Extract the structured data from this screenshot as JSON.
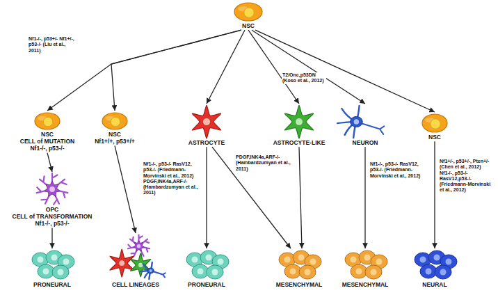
{
  "diagram": {
    "nodes": [
      {
        "text": [
          "NSC"
        ]
      },
      {
        "text": [
          "NSC",
          "CELL of MUTATION",
          "Nf1-/-, p53-/-"
        ]
      },
      {
        "text": [
          "NSC",
          "Nf1+/+, p53+/+"
        ]
      },
      {
        "text": [
          "ASTROCYTE"
        ]
      },
      {
        "text": [
          "ASTROCYTE-LIKE"
        ]
      },
      {
        "text": [
          "NEURON"
        ]
      },
      {
        "text": [
          "NSC"
        ]
      },
      {
        "text": [
          "OPC",
          "CELL of TRANSFORMATION",
          "Nf1-/-, p53-/-"
        ]
      },
      {
        "text": [
          "PRONEURAL"
        ]
      },
      {
        "text": [
          "CELL LINEAGES"
        ]
      },
      {
        "text": [
          "PRONEURAL"
        ]
      },
      {
        "text": [
          "MESENCHYMAL"
        ]
      },
      {
        "text": [
          "MESENCHYMAL"
        ]
      },
      {
        "text": [
          "NEURAL"
        ]
      }
    ],
    "edges": [
      {
        "from": 0,
        "to": 1,
        "arrow": "to",
        "label": "Nf1-/-, p53+/- Nf1+/-, p53-/- (Liu et al., 2011)"
      },
      {
        "from": 0,
        "to": 2,
        "arrow": "to"
      },
      {
        "from": 0,
        "to": 3,
        "arrow": "to"
      },
      {
        "from": 0,
        "to": 4,
        "arrow": "to",
        "label": "T2/Onc,p53DN (Koso et al., 2012)"
      },
      {
        "from": 0,
        "to": 5,
        "arrow": "to"
      },
      {
        "from": 0,
        "to": 6,
        "arrow": "to"
      },
      {
        "from": 1,
        "to": 7,
        "arrow": "to"
      },
      {
        "from": 7,
        "to": 8,
        "arrow": "to"
      },
      {
        "from": 2,
        "to": 9,
        "arrow": "to"
      },
      {
        "from": 3,
        "to": 10,
        "arrow": "to",
        "label": "Nf1-/-, p53-/- RasV12, p53-/- (Friedmann-Morvinski et al., 2012) PDGF,INK4a,ARF-/- (Hambardzumyan et al., 2011)"
      },
      {
        "from": 3,
        "to": 11,
        "arrow": "to",
        "label": "PDGF,INK4a,ARF-/- (Hambardzumyan et al., 2011)"
      },
      {
        "from": 4,
        "to": 11,
        "arrow": "to"
      },
      {
        "from": 5,
        "to": 12,
        "arrow": "to",
        "label": "Nf1-/-, p53-/- RasV12, p53-/- (Friedmann-Morvinski et al., 2012)"
      },
      {
        "from": 6,
        "to": 13,
        "arrow": "to",
        "label": "Nf1+/-, p53+/-, Pten+/- (Chen et al., 2012) Nf1-/-, p53-/- RasV12,p53-/- (Friedmann-Morvinski et al., 2012)"
      }
    ]
  }
}
